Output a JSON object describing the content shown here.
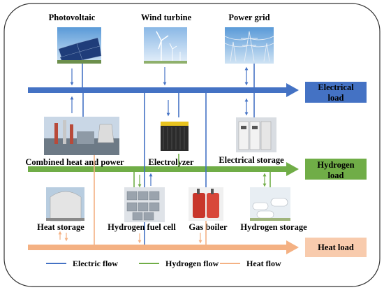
{
  "sources": {
    "photovoltaic": "Photovoltaic",
    "wind_turbine": "Wind turbine",
    "power_grid": "Power grid"
  },
  "devices": {
    "chp": "Combined heat and power",
    "electrolyzer": "Electrolyzer",
    "electrical_storage": "Electrical storage",
    "heat_storage": "Heat storage",
    "fuel_cell": "Hydrogen fuel cell",
    "gas_boiler": "Gas boiler",
    "hydrogen_storage": "Hydrogen storage"
  },
  "loads": {
    "electrical_line1": "Electrical",
    "electrical_line2": "load",
    "hydrogen_line1": "Hydrogen",
    "hydrogen_line2": "load",
    "heat": "Heat load"
  },
  "legend": {
    "electric": "Electric flow",
    "hydrogen": "Hydrogen flow",
    "heat": "Heat flow"
  },
  "colors": {
    "electric": "#4472c4",
    "hydrogen": "#70ad47",
    "heat": "#f4b183",
    "electric_load_box": "#4472c4",
    "hydrogen_load_box": "#70ad47",
    "heat_load_box": "#f8cbad"
  }
}
